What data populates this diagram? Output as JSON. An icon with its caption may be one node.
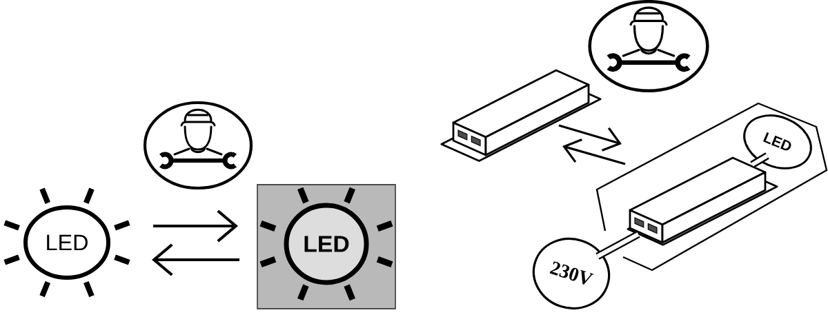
{
  "diagram": {
    "nodes": [
      {
        "text": [
          "LED"
        ]
      },
      {
        "text": [],
        "shape": "box"
      },
      {
        "text": [
          "LED"
        ],
        "in": 1
      },
      {
        "text": [],
        "shape": "picture"
      },
      {
        "text": [],
        "shape": "picture"
      },
      {
        "text": [
          "LED"
        ]
      },
      {
        "text": [
          "230V"
        ]
      }
    ],
    "edges": [
      {
        "from": 0,
        "to": 1,
        "arrow": "to"
      },
      {
        "from": 1,
        "to": 0,
        "arrow": "to"
      },
      {
        "from": 3,
        "to": 4,
        "arrow": "to"
      },
      {
        "from": 4,
        "to": 3,
        "arrow": "to"
      },
      {
        "from": 6,
        "to": 4,
        "arrow": "none",
        "style": "thick"
      },
      {
        "from": 4,
        "to": 5,
        "arrow": "none",
        "style": "thick"
      }
    ]
  }
}
